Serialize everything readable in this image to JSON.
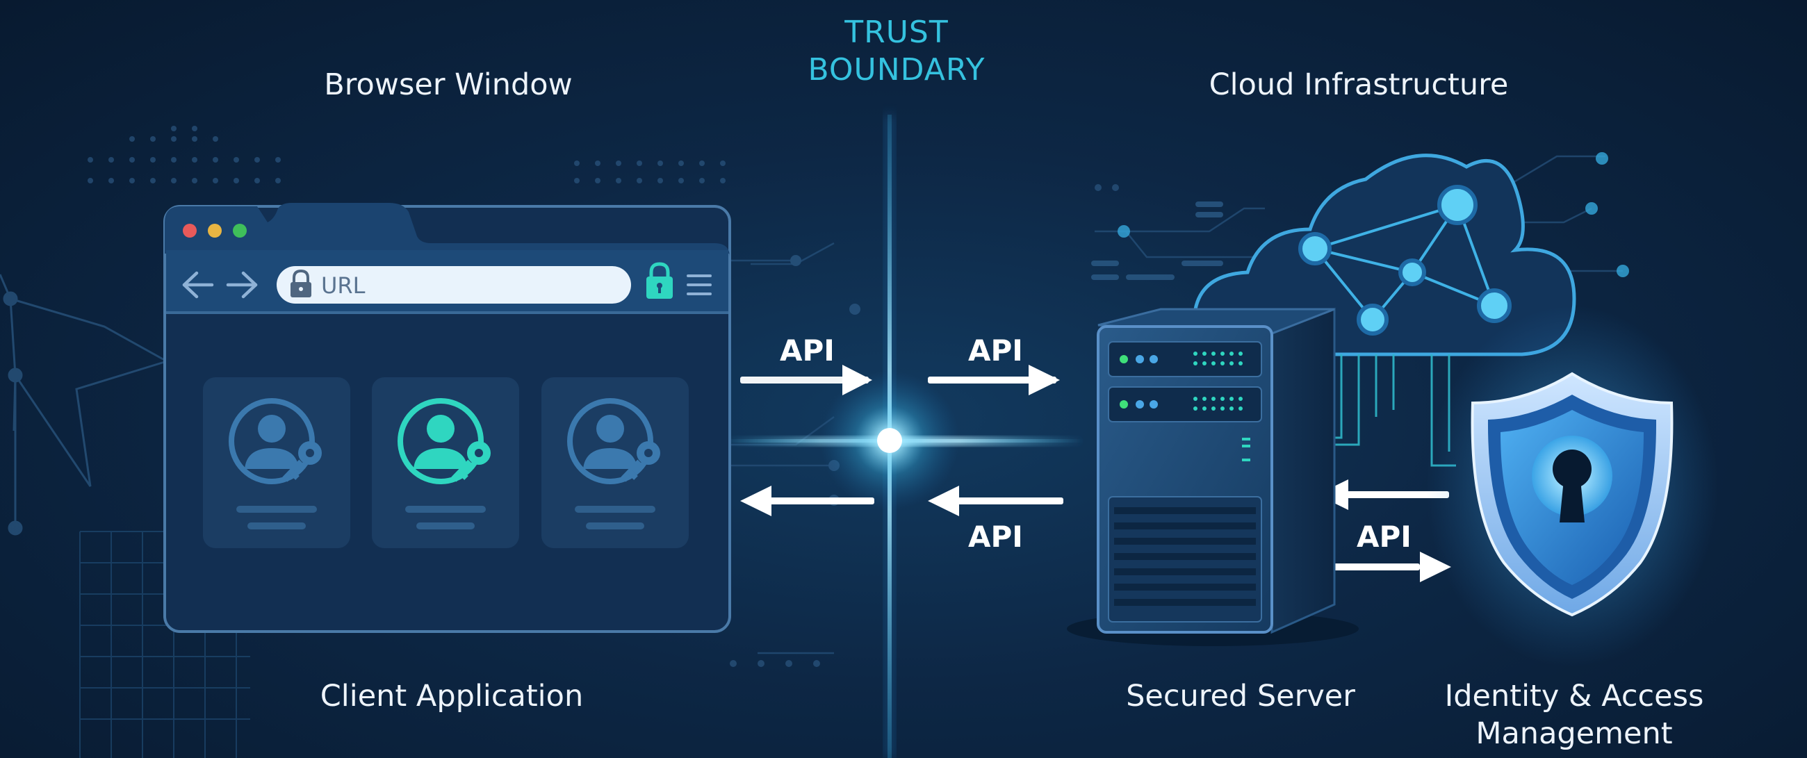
{
  "trust_boundary": {
    "line1": "TRUST",
    "line2": "BOUNDARY"
  },
  "sections": {
    "browser_window": "Browser Window",
    "cloud_infrastructure": "Cloud Infrastructure",
    "client_application": "Client Application",
    "secured_server": "Secured Server",
    "identity_access": {
      "line1": "Identity & Access",
      "line2": "Management"
    }
  },
  "browser": {
    "url_text": "URL",
    "user_cards": 3
  },
  "api_labels": {
    "client_to_boundary": "API",
    "boundary_to_server": "API",
    "server_to_boundary": "API",
    "server_to_iam": "API"
  },
  "colors": {
    "background": "#0b223d",
    "accent_cyan": "#35c2df",
    "teal": "#2fd6c0",
    "shield_blue": "#2a8fe0"
  },
  "icons": [
    "lock-icon",
    "arrow-left-icon",
    "arrow-right-icon",
    "menu-icon",
    "user-key-icon",
    "cloud-icon",
    "server-icon",
    "shield-keyhole-icon"
  ]
}
